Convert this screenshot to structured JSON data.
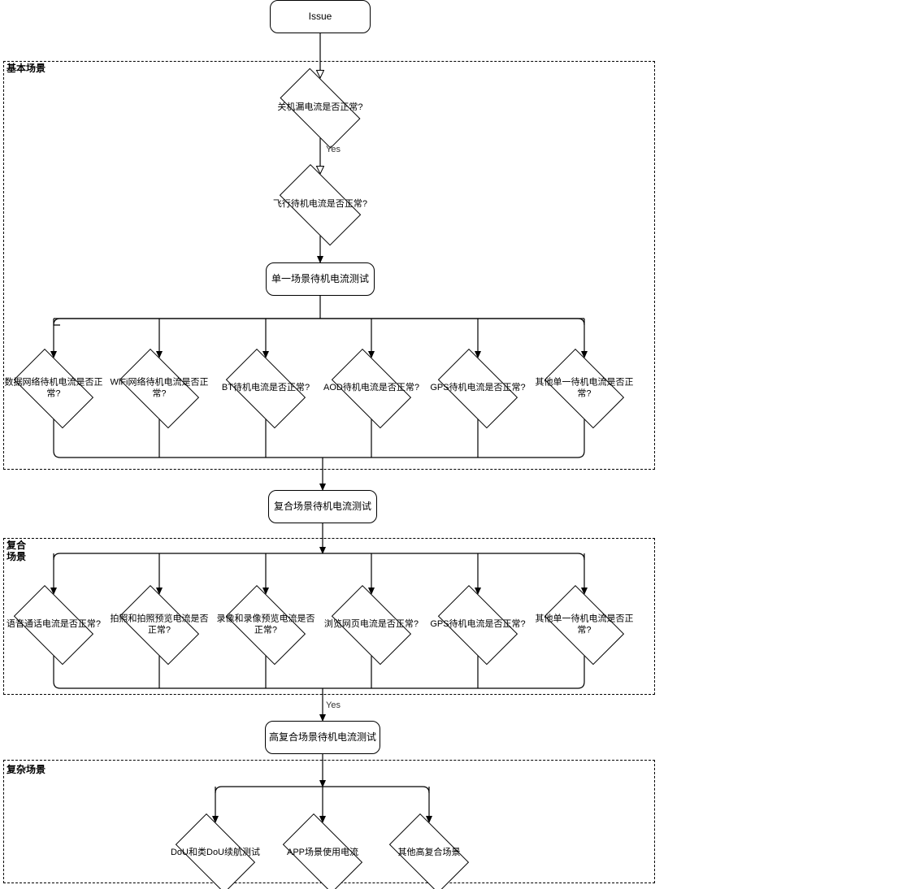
{
  "diagram": {
    "title": "Standby Current Test Flowchart",
    "start": {
      "label": "Issue"
    },
    "groups": [
      {
        "id": "basic",
        "label": "基本场景"
      },
      {
        "id": "composite",
        "label": "复合\n场景"
      },
      {
        "id": "complex",
        "label": "复杂场景"
      }
    ],
    "processes": [
      {
        "id": "single_test",
        "label": "单一场景待机电流测试"
      },
      {
        "id": "composite_test",
        "label": "复合场景待机电流测试"
      },
      {
        "id": "high_composite_test",
        "label": "高复合场景待机电流测试"
      }
    ],
    "decisions_top": [
      {
        "id": "poweroff_leak",
        "label": "关机漏电流是否正常?"
      },
      {
        "id": "airplane_standby",
        "label": "飞行待机电流是否正常?"
      }
    ],
    "basic_row": [
      {
        "id": "data_net",
        "label": "数据网络待机电流是否正常?"
      },
      {
        "id": "wifi_net",
        "label": "WiFi网络待机电流是否正常?"
      },
      {
        "id": "bt",
        "label": "BT待机电流是否正常?"
      },
      {
        "id": "aod",
        "label": "AOD待机电流是否正常?"
      },
      {
        "id": "gps",
        "label": "GPS待机电流是否正常?"
      },
      {
        "id": "other_single",
        "label": "其他单一待机电流是否正常?"
      }
    ],
    "composite_row": [
      {
        "id": "voice_call",
        "label": "语音通话电流是否正常?"
      },
      {
        "id": "photo",
        "label": "拍照和拍照预览电流是否正常?"
      },
      {
        "id": "video",
        "label": "录像和录像预览电流是否正常?"
      },
      {
        "id": "web",
        "label": "浏览网页电流是否正常?"
      },
      {
        "id": "gps2",
        "label": "GPS待机电流是否正常?"
      },
      {
        "id": "other_single2",
        "label": "其他单一待机电流是否正常?"
      }
    ],
    "complex_row": [
      {
        "id": "dou",
        "label": "DoU和类DoU续航测试"
      },
      {
        "id": "app_scene",
        "label": "APP场景使用电流"
      },
      {
        "id": "other_high",
        "label": "其他高复合场景"
      }
    ],
    "edge_labels": [
      {
        "id": "yes_1",
        "label": "Yes"
      },
      {
        "id": "yes_2",
        "label": "Yes"
      }
    ],
    "colors": {
      "stroke": "#000000",
      "fill": "#ffffff",
      "label_text": "#333333"
    }
  }
}
